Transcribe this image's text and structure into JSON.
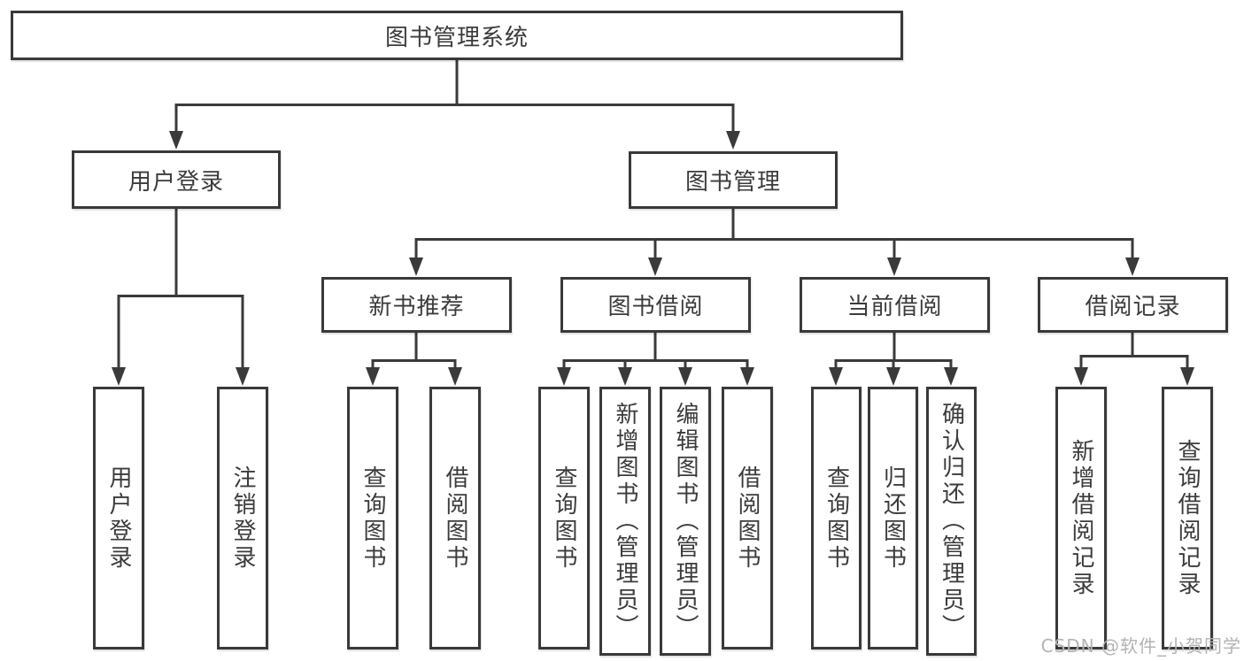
{
  "tree": {
    "root": "图书管理系统",
    "branches": [
      {
        "label": "用户登录",
        "children": [
          "用户登录",
          "注销登录"
        ]
      },
      {
        "label": "图书管理",
        "groups": [
          {
            "label": "新书推荐",
            "children": [
              "查询图书",
              "借阅图书"
            ]
          },
          {
            "label": "图书借阅",
            "children": [
              "查询图书",
              "新增图书（管理员）",
              "编辑图书（管理员）",
              "借阅图书"
            ]
          },
          {
            "label": "当前借阅",
            "children": [
              "查询图书",
              "归还图书",
              "确认归还（管理员）"
            ]
          },
          {
            "label": "借阅记录",
            "children": [
              "新增借阅记录",
              "查询借阅记录"
            ]
          }
        ]
      }
    ]
  },
  "watermark": "CSDN @软件_小贺同学",
  "colors": {
    "line": "#3a3a3a",
    "box_border": "#39393b",
    "text": "#3b3b3b",
    "background": "#ffffff",
    "watermark": "#b3b3b3"
  }
}
